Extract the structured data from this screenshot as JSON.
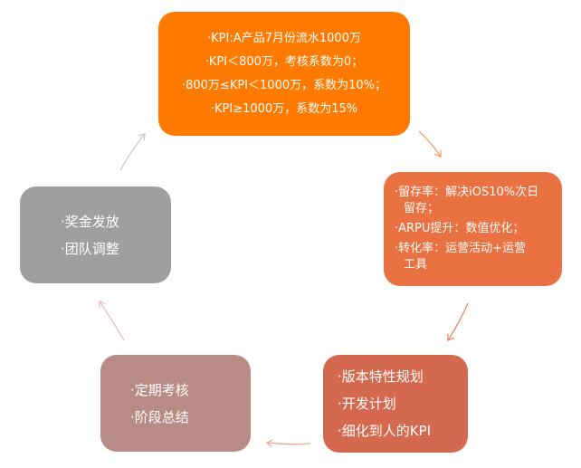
{
  "nodes": {
    "kpi": {
      "lines": [
        "·KPI:A产品7月份流水1000万",
        "·KPI＜800万，考核系数为0；",
        "·800万≤KPI＜1000万，系数为10%；",
        "·KPI≥1000万，系数为15%"
      ],
      "color": "#ff7a00"
    },
    "ops": {
      "items": [
        {
          "line1": "·留存率：解决iOS10%次日",
          "line2": "留存；"
        },
        {
          "line1": "·ARPU提升：数值优化；",
          "line2": ""
        },
        {
          "line1": "·转化率：运营活动+运营",
          "line2": "工具"
        }
      ],
      "color": "#ea7141"
    },
    "dev": {
      "lines": [
        "·版本特性规划",
        "·开发计划",
        "·细化到人的KPI"
      ],
      "color": "#d4694f"
    },
    "review": {
      "lines": [
        "·定期考核",
        "·阶段总结"
      ],
      "color": "#b98b85"
    },
    "bonus": {
      "lines": [
        "·奖金发放",
        "·团队调整"
      ],
      "color": "#a09e9e"
    }
  },
  "arrow_colors": {
    "kpi_to_ops": "#f2a36b",
    "ops_to_dev": "#e88a6a",
    "dev_to_review": "#e6a89a",
    "review_to_bonus": "#e8c0bc",
    "bonus_to_kpi": "#c9c9c9"
  }
}
